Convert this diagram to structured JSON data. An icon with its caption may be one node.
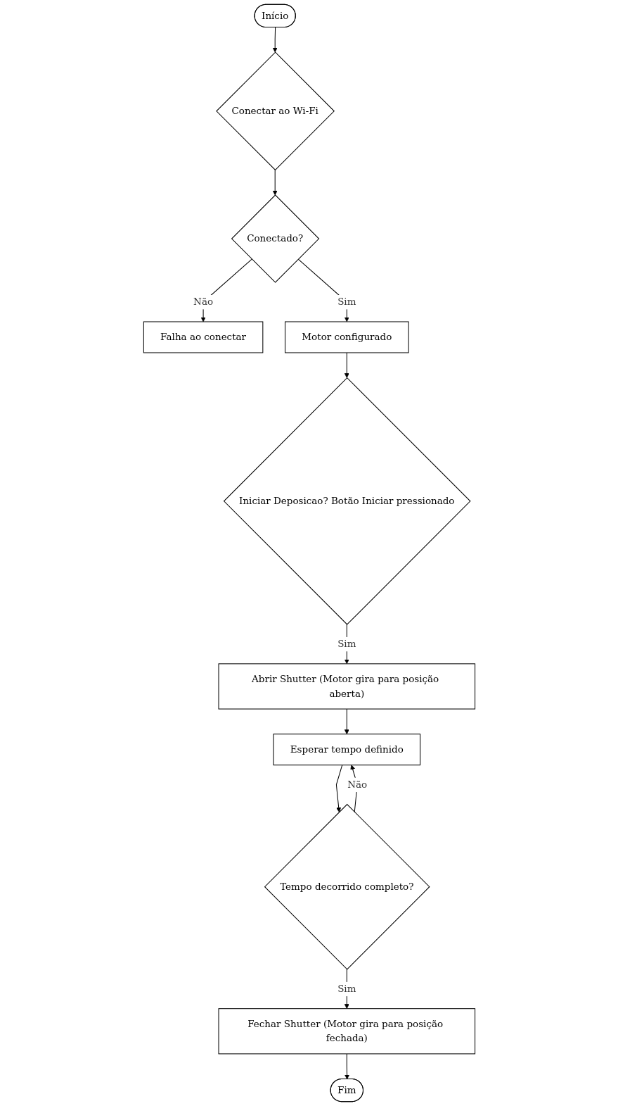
{
  "diagram": {
    "nodes": [
      {
        "text": [
          "Início"
        ]
      },
      {
        "text": [
          "Conectar ao Wi-Fi"
        ]
      },
      {
        "text": [
          "Conectado?"
        ]
      },
      {
        "text": [
          "Falha ao conectar"
        ]
      },
      {
        "text": [
          "Motor configurado"
        ]
      },
      {
        "text": [
          "Iniciar Deposicao? Botão Iniciar pressionado"
        ]
      },
      {
        "text": [
          "Abrir Shutter (Motor gira para posição aberta)"
        ]
      },
      {
        "text": [
          "Esperar tempo definido"
        ]
      },
      {
        "text": [
          "Tempo decorrido completo?"
        ]
      },
      {
        "text": [
          "Fechar Shutter (Motor gira para posição fechada)"
        ]
      },
      {
        "text": [
          "Fim"
        ]
      }
    ],
    "edges": [
      {
        "from": 0,
        "to": 1,
        "arrow": "to"
      },
      {
        "from": 1,
        "to": 2,
        "arrow": "to"
      },
      {
        "from": 2,
        "to": 3,
        "label": "Não",
        "arrow": "to"
      },
      {
        "from": 2,
        "to": 4,
        "label": "Sim",
        "arrow": "to"
      },
      {
        "from": 4,
        "to": 5,
        "arrow": "to"
      },
      {
        "from": 5,
        "to": 6,
        "label": "Sim",
        "arrow": "to"
      },
      {
        "from": 6,
        "to": 7,
        "arrow": "to"
      },
      {
        "from": 7,
        "to": 8,
        "arrow": "to"
      },
      {
        "from": 8,
        "to": 7,
        "label": "Não",
        "arrow": "to"
      },
      {
        "from": 8,
        "to": 9,
        "label": "Sim",
        "arrow": "to"
      },
      {
        "from": 9,
        "to": 10,
        "arrow": "to"
      }
    ]
  }
}
